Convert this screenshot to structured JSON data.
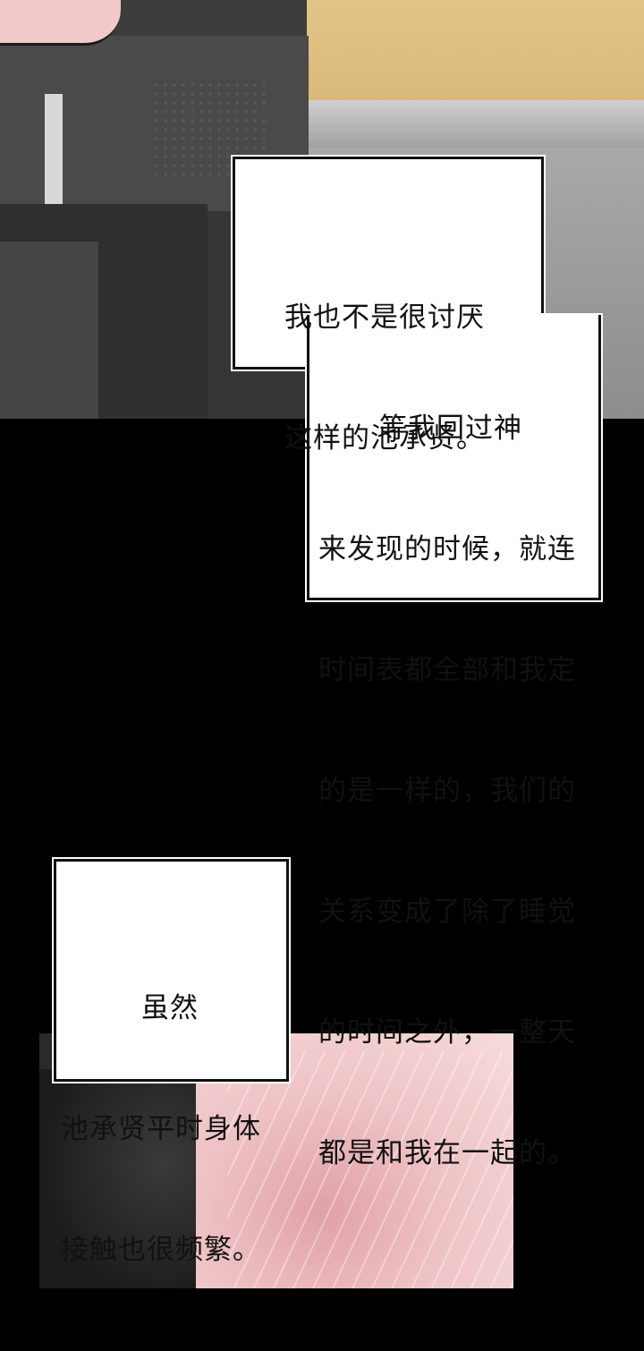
{
  "narration": {
    "box1": {
      "lines": [
        "我也不是很讨厌",
        "这样的池承贤。"
      ]
    },
    "box2": {
      "lines": [
        "等我回过神",
        "来发现的时候，就连",
        "时间表都全部和我定",
        "的是一样的，我们的",
        "关系变成了除了睡觉",
        "的时间之外，一整天",
        "都是和我在一起的。"
      ]
    },
    "box3": {
      "lines": [
        "虽然",
        "池承贤平时身体",
        "接触也很频繁。"
      ]
    }
  },
  "colors": {
    "background": "#000000",
    "box_fill": "#ffffff",
    "box_border": "#111111",
    "wood_wall": "#e3c488",
    "pink_hair": "#eec2c4"
  }
}
